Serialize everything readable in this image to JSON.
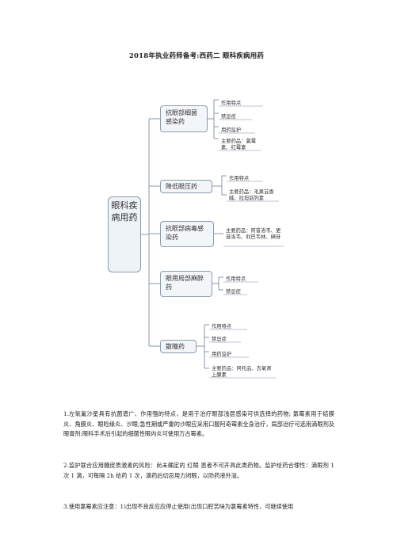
{
  "doc": {
    "title": "2018年执业药师备考:西药二 眼科疾病用药"
  },
  "mindmap": {
    "root": "眼科疾病用药",
    "branches": [
      {
        "label": "抗眼部细菌感染药",
        "leaves": [
          "作用特点",
          "禁忌症",
          "用药监护",
          "主要药品：氯霉素、红霉素"
        ]
      },
      {
        "label": "降低眼压药",
        "leaves": [
          "作用特点",
          "主要药品：毛果芸香碱、拉坦前列素"
        ]
      },
      {
        "label": "抗眼部病毒感染药",
        "leaves": [
          "主要药品：阿昔洛韦、更昔洛韦、利巴韦林、碘苷"
        ]
      },
      {
        "label": "眼用局部麻醉药",
        "leaves": [
          "作用特点",
          "禁忌症"
        ]
      },
      {
        "label": "散瞳药",
        "leaves": [
          "作用特点",
          "禁忌症",
          "用药监护",
          "主要药品：阿托品、去氧肾上腺素"
        ]
      }
    ]
  },
  "paragraphs": [
    "1.左氧氟沙星具有抗菌谱广、作用强的特点，是用于治疗眼部浅层感染可供选择的药物; 氯霉素用于结膜炎、角膜炎、眼睑缘炎、沙眼;急性期或严重的沙眼应采用口服阿奇霉素全身治疗，局部治疗可选用滴眼剂及眼膏剂;眼科手术后引起的细菌性眼内炎可使用万古霉素。",
    "2.监护联合应用糖皮质激素的风险：尚未确定的 红眼 患者不可开具此类药物。监护给药合理性：滴眼剂 1 次 1 滴，可每隔 2h 给药 1 次，滴药后切忌用力闭眼，以防药液外溢。",
    "3.使用氯霉素应注意：1)出现不良反应应停止使用(出现口腔苦味为氯霉素特性，可继续使用"
  ]
}
